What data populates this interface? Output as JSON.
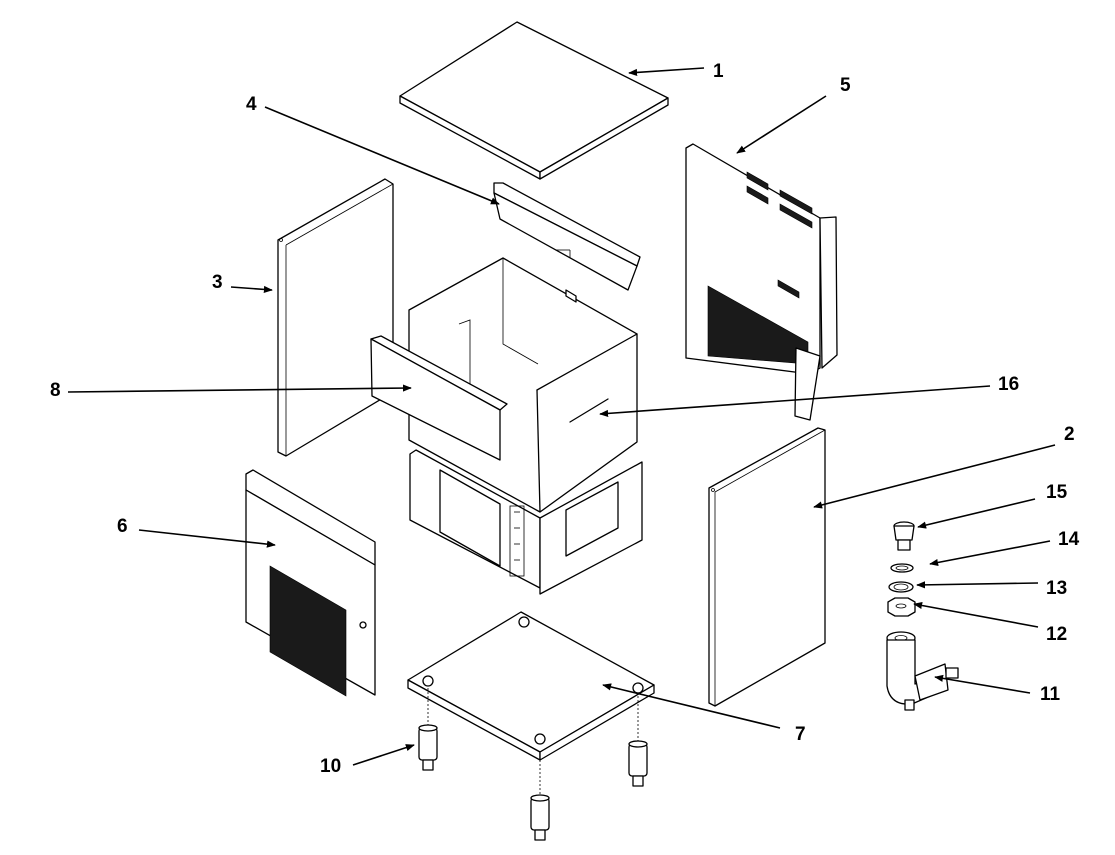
{
  "diagram": {
    "callouts": [
      {
        "id": "c1",
        "number": "1"
      },
      {
        "id": "c2",
        "number": "2"
      },
      {
        "id": "c3",
        "number": "3"
      },
      {
        "id": "c4",
        "number": "4"
      },
      {
        "id": "c5",
        "number": "5"
      },
      {
        "id": "c6",
        "number": "6"
      },
      {
        "id": "c7",
        "number": "7"
      },
      {
        "id": "c8",
        "number": "8"
      },
      {
        "id": "c10",
        "number": "10"
      },
      {
        "id": "c11",
        "number": "11"
      },
      {
        "id": "c12",
        "number": "12"
      },
      {
        "id": "c13",
        "number": "13"
      },
      {
        "id": "c14",
        "number": "14"
      },
      {
        "id": "c15",
        "number": "15"
      },
      {
        "id": "c16",
        "number": "16"
      }
    ]
  }
}
